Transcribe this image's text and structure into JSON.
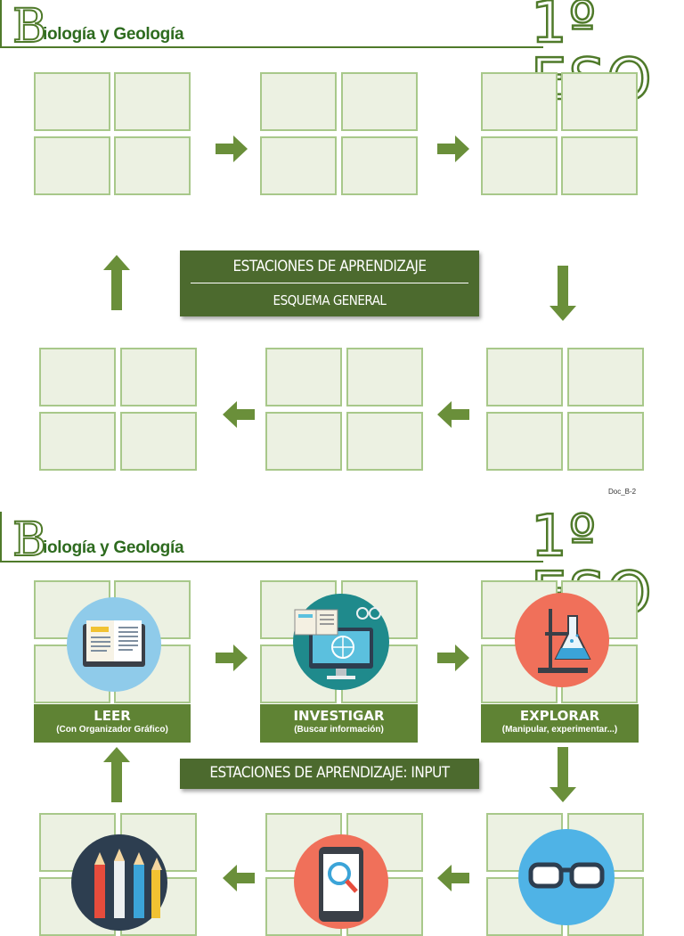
{
  "page1": {
    "subject": "Biología y Geología",
    "subject_initial": "B",
    "subject_rest": "iología y Geología",
    "course": "1º ESO",
    "banner_title": "ESTACIONES  DE APRENDIZAJE",
    "banner_subtitle": "ESQUEMA GENERAL",
    "doc_code": "Doc_B-2"
  },
  "page2": {
    "subject": "Biología y Geología",
    "subject_initial": "B",
    "subject_rest": "iología y Geología",
    "course": "1º ESO",
    "banner_title": "ESTACIONES  DE APRENDIZAJE: INPUT",
    "stations": [
      {
        "title": "LEER",
        "subtitle": "(Con Organizador Gráfico)",
        "icon": "open-book-icon"
      },
      {
        "title": "INVESTIGAR",
        "subtitle": "(Buscar información)",
        "icon": "computer-research-icon"
      },
      {
        "title": "EXPLORAR",
        "subtitle": "(Manipular, experimentar...)",
        "icon": "lab-flask-icon"
      }
    ],
    "bottom_icons": [
      "pencils-icon",
      "tablet-search-icon",
      "glasses-icon"
    ]
  },
  "colors": {
    "dark_green": "#4c6a2e",
    "label_green": "#5f8334",
    "arrow_green": "#6a8f3a",
    "cell_fill": "#ecf1e2",
    "cell_border": "#a8c88a"
  }
}
